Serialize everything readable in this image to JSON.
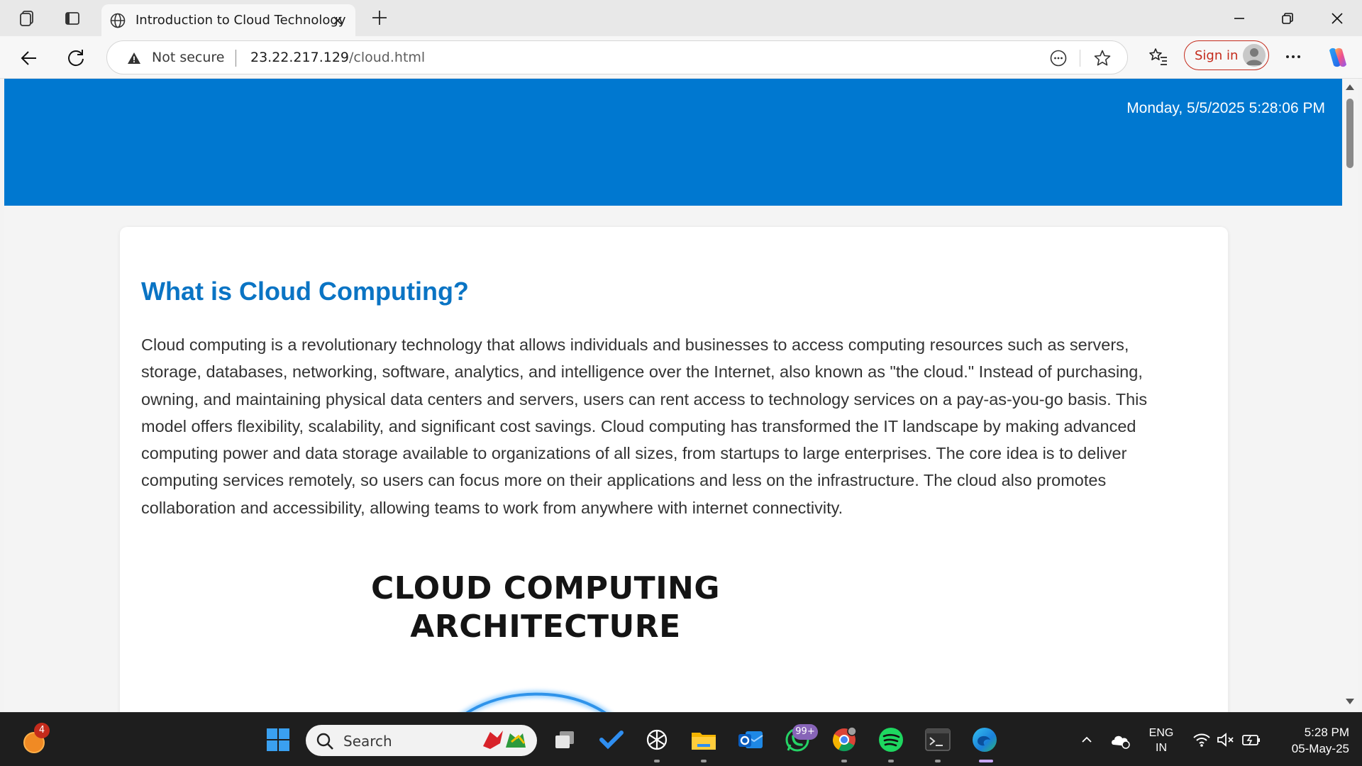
{
  "browser": {
    "tab_title": "Introduction to Cloud Technology",
    "security_label": "Not secure",
    "url_host": "23.22.217.129",
    "url_path": "/cloud.html",
    "signin_label": "Sign in"
  },
  "page": {
    "datetime": "Monday, 5/5/2025 5:28:06 PM",
    "heading": "What is Cloud Computing?",
    "paragraph": "Cloud computing is a revolutionary technology that allows individuals and businesses to access computing resources such as servers, storage, databases, networking, software, analytics, and intelligence over the Internet, also known as \"the cloud.\" Instead of purchasing, owning, and maintaining physical data centers and servers, users can rent access to technology services on a pay-as-you-go basis. This model offers flexibility, scalability, and significant cost savings. Cloud computing has transformed the IT landscape by making advanced computing power and data storage available to organizations of all sizes, from startups to large enterprises. The core idea is to deliver computing services remotely, so users can focus more on their applications and less on the infrastructure. The cloud also promotes collaboration and accessibility, allowing teams to work from anywhere with internet connectivity.",
    "image_title_line1": "CLOUD COMPUTING",
    "image_title_line2": "ARCHITECTURE"
  },
  "colors": {
    "hero": "#0078d0",
    "heading": "#0a74c4",
    "signin": "#c42b1c"
  },
  "taskbar": {
    "search_label": "Search",
    "notification_badge": "4",
    "whatsapp_badge": "99+",
    "lang_line1": "ENG",
    "lang_line2": "IN",
    "time": "5:28 PM",
    "date": "05-May-25",
    "icons": [
      "windows-start-icon",
      "file-explorer-icon",
      "todo-icon",
      "chatgpt-icon",
      "files-icon",
      "outlook-icon",
      "whatsapp-icon",
      "chrome-icon",
      "spotify-icon",
      "terminal-icon",
      "edge-icon"
    ]
  }
}
